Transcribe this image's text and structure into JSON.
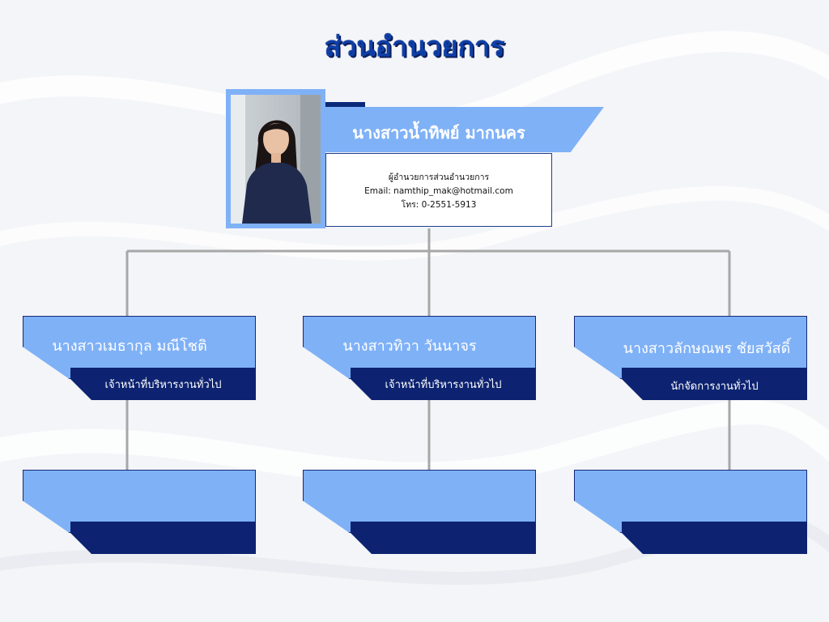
{
  "title": "ส่วนอำนวยการ",
  "director": {
    "name": "นางสาวน้ำทิพย์ มากนคร",
    "position": "ผู้อำนวยการส่วนอำนวยการ",
    "email": "Email: namthip_mak@hotmail.com",
    "phone": "โทร: 0-2551-5913"
  },
  "staff": [
    {
      "name": "นางสาวเมธากุล มณีโชติ",
      "role": "เจ้าหน้าที่บริหารงานทั่วไป"
    },
    {
      "name": "นางสาวทิวา วันนาจร",
      "role": "เจ้าหน้าที่บริหารงานทั่วไป"
    },
    {
      "name": "นางสาวลักษณพร ชัยสวัสดิ์",
      "role": "นักจัดการงานทั่วไป"
    }
  ],
  "vacant": [
    {
      "name": "",
      "role": ""
    },
    {
      "name": "",
      "role": ""
    },
    {
      "name": "",
      "role": ""
    }
  ],
  "colors": {
    "title": "#0e3fa8",
    "light_blue": "#7fb1f7",
    "dark_navy": "#0d2371",
    "connector": "#a7a7a7"
  }
}
